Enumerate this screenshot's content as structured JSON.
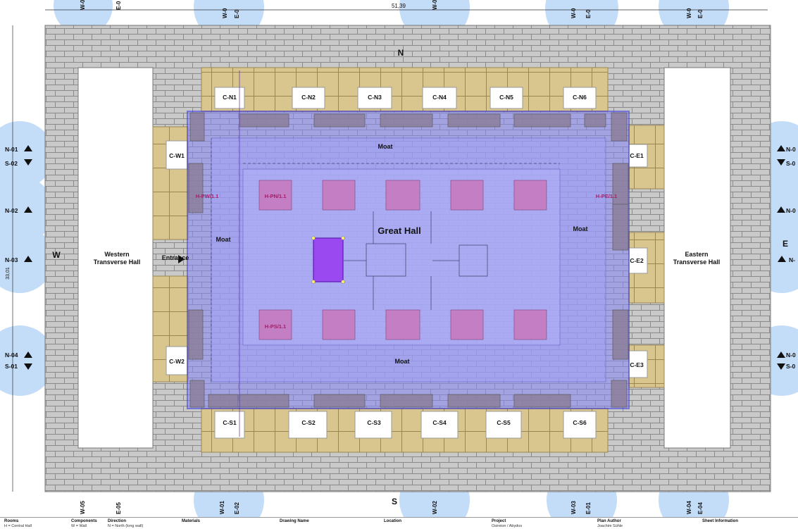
{
  "top_dimension": "51,39",
  "side_dimension": "33,01",
  "directions": {
    "north": "N",
    "south": "S",
    "west": "W",
    "east": "E"
  },
  "top_markers": [
    "W-0",
    "E-0",
    "W-0",
    "E-0",
    "W-0",
    "W-0",
    "E-0",
    "W-0",
    "E-0"
  ],
  "bottom_markers": [
    "W-05",
    "E-05",
    "W-01",
    "E-02",
    "W-02",
    "W-03",
    "E-01",
    "W-04",
    "E-04"
  ],
  "left_markers": [
    "N-01",
    "S-02",
    "N-02",
    "N-03",
    "N-04",
    "S-01"
  ],
  "right_markers": [
    "N-0",
    "S-0",
    "N-0",
    "N-",
    "N-0",
    "S-0"
  ],
  "north_chambers": [
    "C-N1",
    "C-N2",
    "C-N3",
    "C-N4",
    "C-N5",
    "C-N6"
  ],
  "south_chambers": [
    "C-S1",
    "C-S2",
    "C-S3",
    "C-S4",
    "C-S5",
    "C-S6"
  ],
  "west_chambers": [
    "C-W1",
    "C-W2"
  ],
  "east_chambers": [
    "C-E1",
    "C-E2",
    "C-E3"
  ],
  "rooms": {
    "great_hall": "Great Hall",
    "moat": "Moat",
    "western_hall": [
      "Western",
      "Transverse Hall"
    ],
    "eastern_hall": [
      "Eastern",
      "Transverse Hall"
    ],
    "entrance": "Entrance"
  },
  "pillars": [
    "H-PW/1.1",
    "H-PN/1.1",
    "H-PE/1.1",
    "H-PS/1.1"
  ],
  "colors": {
    "wall": "#c8c8c8",
    "chamber": "#d8c48c",
    "overlay": "#8585f5",
    "pillar": "#c77bc0",
    "selection": "#9a48f0",
    "marker_circle": "#b9d6f7"
  },
  "title_block": {
    "rooms": "Rooms",
    "rooms_value": "H = Central Hall",
    "components": "Components",
    "components_value": "W = Wall",
    "direction": "Direction",
    "direction_value": "N = North (long wall)",
    "materials": "Materials",
    "drawing_name": "Drawing Name",
    "location": "Location",
    "project": "Project",
    "project_value": "Osireion / Abydos",
    "plan_author": "Plan Author",
    "plan_author_value": "Joachim Sühle",
    "sheet_information": "Sheet Information"
  }
}
